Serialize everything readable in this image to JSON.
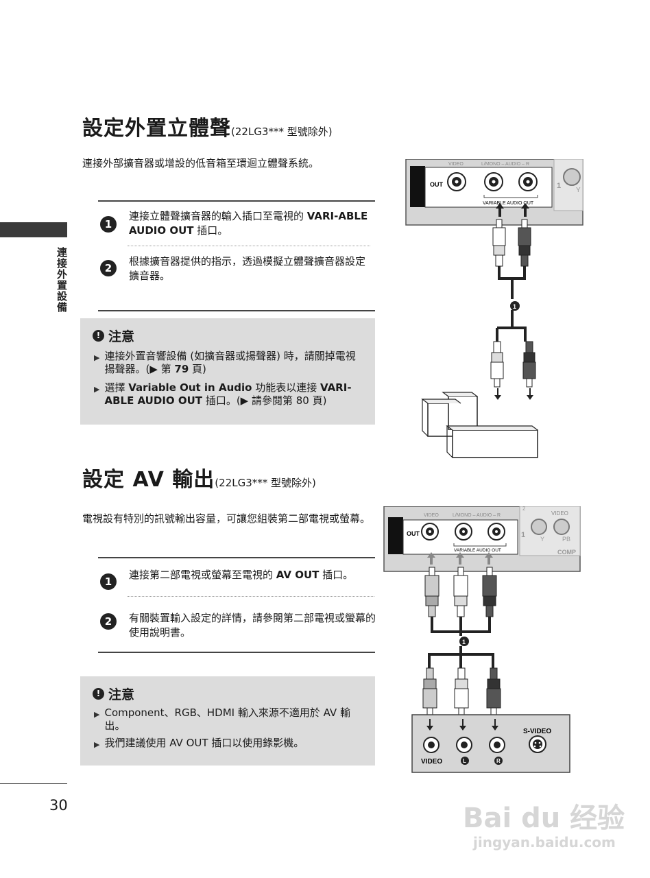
{
  "side_tab": "連接外置設備",
  "section1": {
    "title": "設定外置立體聲",
    "title_sub": "(22LG3*** 型號除外)",
    "intro": "連接外部擴音器或增設的低音箱至環迴立體聲系統。",
    "steps": [
      {
        "num": "1",
        "text_a": "連接立體聲擴音器的輸入插口至電視的 ",
        "text_b": "VARI-ABLE AUDIO OUT",
        "text_c": " 插口。"
      },
      {
        "num": "2",
        "text": "根據擴音器提供的指示，透過模擬立體聲擴音器設定擴音器。"
      }
    ],
    "note_title": "注意",
    "notes": [
      {
        "text_a": "連接外置音響設備 (如擴音器或揚聲器) 時，請關掉電視揚聲器。(▶ 第 ",
        "text_b": "79",
        "text_c": " 頁)"
      },
      {
        "text_a": "選擇 ",
        "text_b": "Variable Out in Audio",
        "text_c": " 功能表以連接 ",
        "text_d": "VARI-ABLE AUDIO OUT",
        "text_e": " 插口。(▶  請參閱第 80 頁)"
      }
    ]
  },
  "section2": {
    "title": "設定 AV 輸出",
    "title_sub": "(22LG3*** 型號除外)",
    "intro": "電視設有特別的訊號輸出容量，可讓您組裝第二部電視或螢幕。",
    "steps": [
      {
        "num": "1",
        "text_a": "連接第二部電視或螢幕至電視的 ",
        "text_b": "AV OUT",
        "text_c": " 插口。"
      },
      {
        "num": "2",
        "text": "有關裝置輸入設定的詳情，請參閱第二部電視或螢幕的使用說明書。"
      }
    ],
    "note_title": "注意",
    "notes": [
      {
        "text": "Component、RGB、HDMI 輸入來源不適用於 AV 輸出。"
      },
      {
        "text": "我們建議使用 AV OUT 插口以使用錄影機。"
      }
    ]
  },
  "diagram1": {
    "label_video": "VIDEO",
    "label_audio": "L/MONO – AUDIO – R",
    "label_out": "OUT",
    "label_variable": "VARIABLE AUDIO OUT",
    "label_1": "1",
    "label_y": "Y",
    "cable_num": "1"
  },
  "diagram2": {
    "label_video": "VIDEO",
    "label_audio": "L/MONO – AUDIO – R",
    "label_out": "OUT",
    "label_variable": "VARIABLE AUDIO OUT",
    "label_video_r": "VIDEO",
    "label_2": "2",
    "label_1": "1",
    "label_y": "Y",
    "label_pb": "PB",
    "label_comp": "COMP",
    "cable_num": "1",
    "dev_svideo": "S-VIDEO",
    "dev_video": "VIDEO",
    "dev_l": "L",
    "dev_r": "R"
  },
  "page_number": "30",
  "watermark": {
    "main": "Bai du 经验",
    "url": "jingyan.baidu.com"
  }
}
